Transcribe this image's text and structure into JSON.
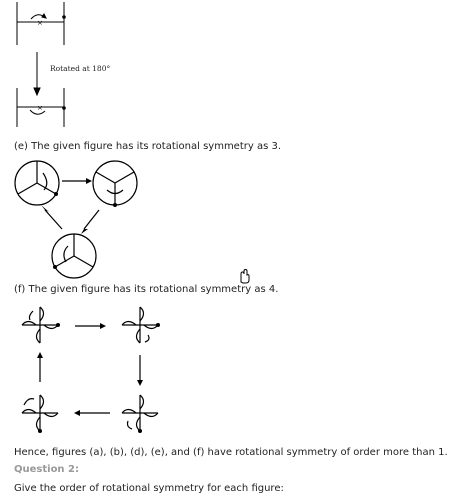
{
  "top_figure": {
    "rotation_label": "Rotated at 180°"
  },
  "section_e": {
    "text": "(e) The given figure has its rotational symmetry as 3."
  },
  "section_f": {
    "text": "(f) The given figure has its rotational symmetry as 4."
  },
  "conclusion": {
    "text": "Hence, figures (a), (b), (d), (e), and (f) have rotational symmetry of order more than 1."
  },
  "question": {
    "heading": "Question 2:",
    "prompt": "Give the order of rotational symmetry for each figure:"
  },
  "cursor_icon": "hand-pointer-icon"
}
